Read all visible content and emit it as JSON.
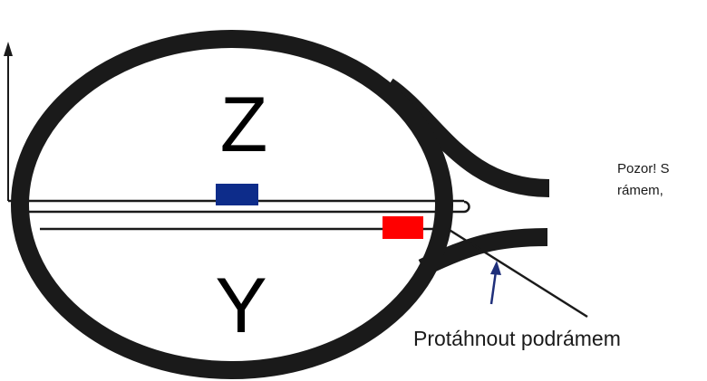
{
  "labels": {
    "top_region": "Z",
    "bottom_region": "Y",
    "note_line1": "Pozor! S",
    "note_line2": "rámem,",
    "instruction": "Protáhnout podrámem"
  },
  "colors": {
    "outline": "#1a1a1a",
    "blue_marker": "#0d2c8a",
    "red_marker": "#ff0000",
    "arrow_blue": "#1f2f7a"
  }
}
